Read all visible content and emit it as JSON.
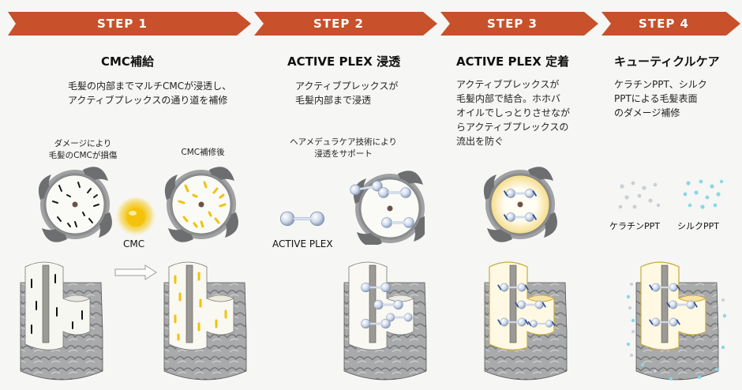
{
  "colors": {
    "step_bar": "#c8502a",
    "step_text": "#ffffff",
    "cmc_yellow": "#f2c20c",
    "plex_blue": "#3a63b8"
  },
  "steps": [
    {
      "label": "STEP 1",
      "heading": "CMC補給",
      "desc": [
        "毛髪の内部までマルチCMCが浸透し、",
        "アクティブプレックスの通り道を補修"
      ],
      "note_left": [
        "ダメージにより",
        "毛髪のCMCが損傷"
      ],
      "note_right": "CMC補修後",
      "particle_label": "CMC"
    },
    {
      "label": "STEP 2",
      "heading": "ACTIVE PLEX 浸透",
      "desc": [
        "アクティブプレックスが",
        "毛髪内部まで浸透"
      ],
      "note": [
        "ヘアメデュラケア技術により",
        "浸透をサポート"
      ],
      "particle_label": "ACTIVE PLEX"
    },
    {
      "label": "STEP 3",
      "heading": "ACTIVE PLEX 定着",
      "desc": [
        "アクティブプレックスが",
        "毛髪内部で結合。ホホバ",
        "オイルでしっとりさせなが",
        "らアクティブプレックスの",
        "流出を防ぐ"
      ]
    },
    {
      "label": "STEP 4",
      "heading": "キューティクルケア",
      "desc": [
        "ケラチンPPT、シルク",
        "PPTによる毛髪表面",
        "のダメージ補修"
      ],
      "label_keratin": "ケラチンPPT",
      "label_silk": "シルクPPT"
    }
  ]
}
